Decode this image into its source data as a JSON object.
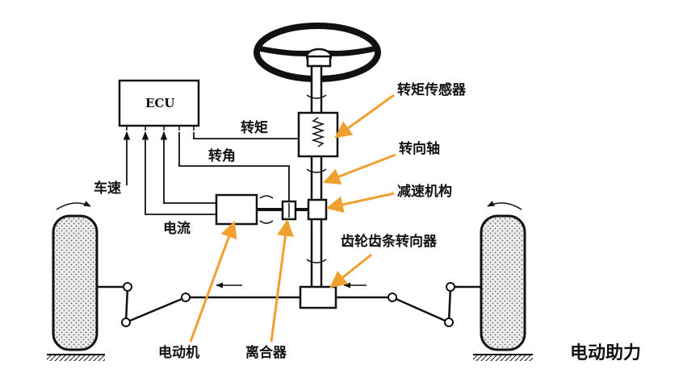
{
  "diagram": {
    "ecu": "ECU",
    "labels": {
      "torque_sensor": "转矩传感器",
      "torque": "转矩",
      "steering_shaft": "转向轴",
      "angle": "转角",
      "reduction_mechanism": "减速机构",
      "vehicle_speed": "车速",
      "current": "电流",
      "rack_pinion": "齿轮齿条转向器",
      "motor": "电动机",
      "clutch": "离合器"
    },
    "caption": "电动助力",
    "colors": {
      "arrow": "#f0a030",
      "line": "#111111",
      "tire_fill": "#e4e4e4"
    }
  }
}
